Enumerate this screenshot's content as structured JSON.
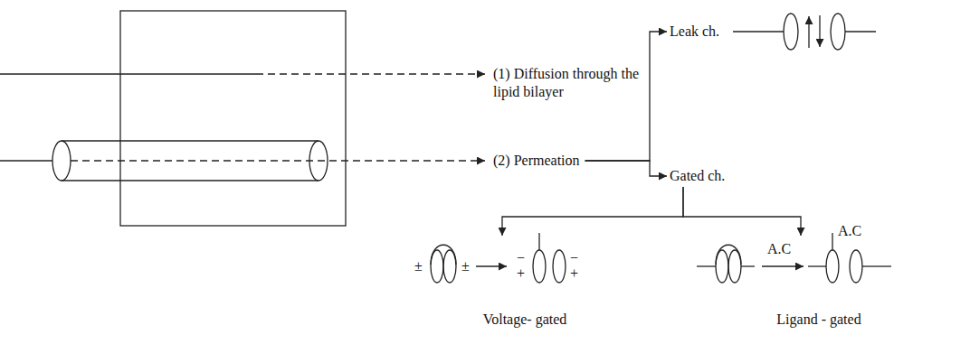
{
  "diagram": {
    "nodes": [
      {
        "text": [
          "(1) Diffusion through the lipid bilayer"
        ]
      },
      {
        "text": [
          "(2) Permeation"
        ]
      },
      {
        "text": [
          "Leak ch."
        ]
      },
      {
        "text": [
          "Gated ch."
        ]
      },
      {
        "text": [
          "Voltage- gated"
        ]
      },
      {
        "text": [
          "Ligand - gated"
        ]
      }
    ],
    "edges": [
      {
        "from": 1,
        "to": 2,
        "arrow": "to"
      },
      {
        "from": 1,
        "to": 3,
        "arrow": "to"
      },
      {
        "from": 3,
        "to": 4,
        "arrow": "to"
      },
      {
        "from": 3,
        "to": 5,
        "arrow": "to"
      }
    ],
    "labels": [
      "±",
      "±",
      "−",
      "+",
      "−",
      "+",
      "A.C",
      "A.C"
    ]
  }
}
